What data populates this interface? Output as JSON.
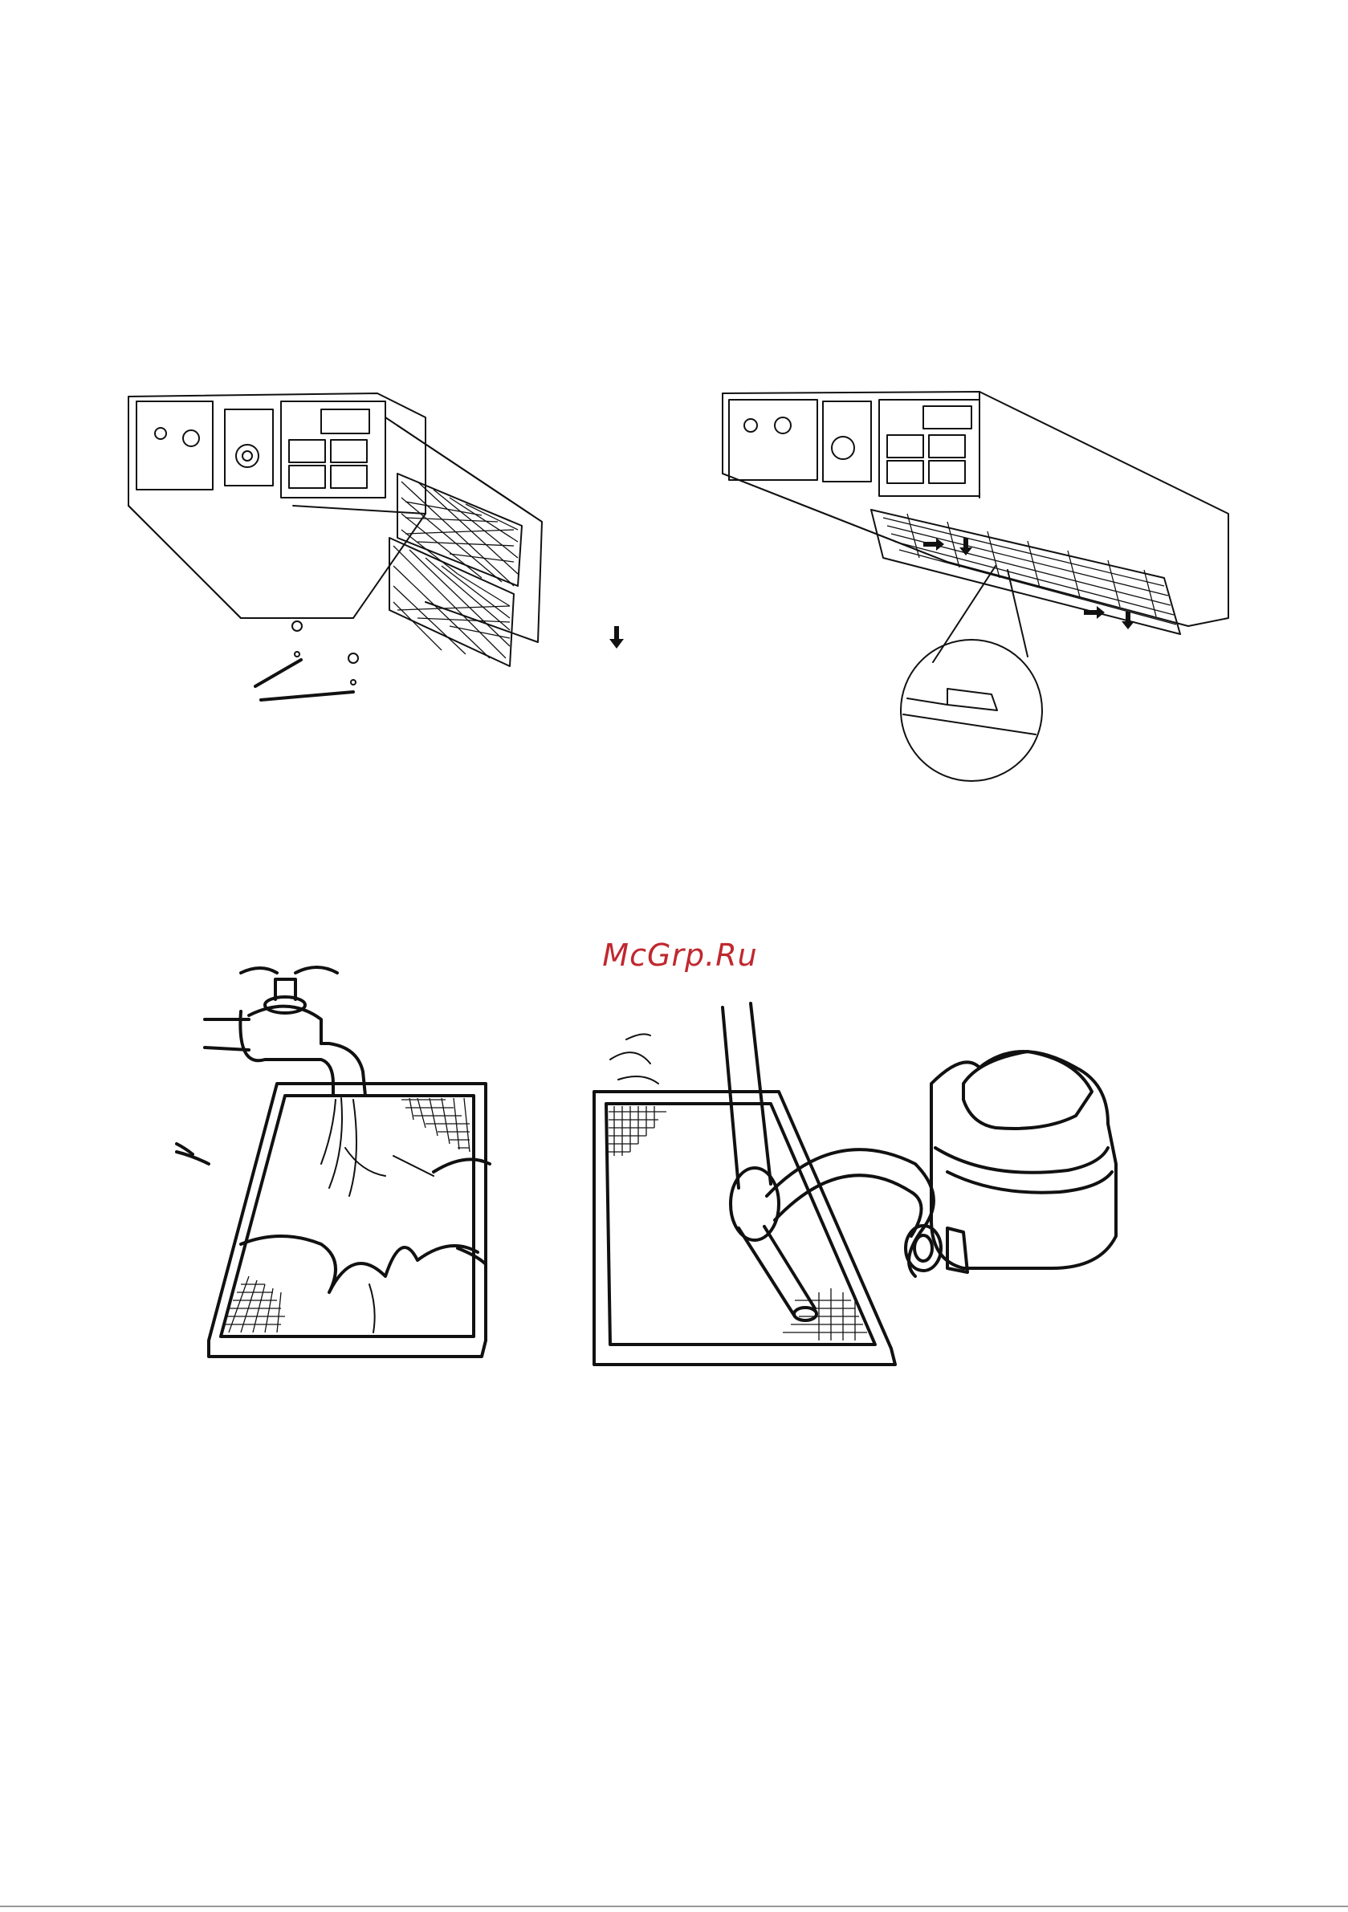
{
  "watermark": {
    "text": "McGrp.Ru",
    "color": "#c0282f"
  },
  "figures": [
    {
      "name": "unit-filter-removal-screws",
      "icon": "ceiling-unit-filter-slide-out"
    },
    {
      "name": "unit-filter-latch-detail",
      "icon": "ceiling-unit-filter-drop-down"
    },
    {
      "name": "filter-wash-under-tap",
      "icon": "faucet-washing-filter"
    },
    {
      "name": "filter-vacuum-clean",
      "icon": "vacuum-cleaner-filter"
    }
  ]
}
